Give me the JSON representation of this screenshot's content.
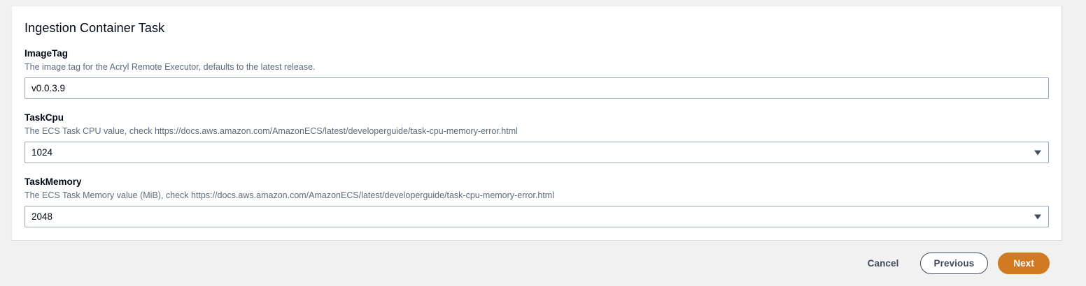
{
  "panel": {
    "section_title": "Ingestion Container Task",
    "fields": [
      {
        "label": "ImageTag",
        "description": "The image tag for the Acryl Remote Executor, defaults to the latest release.",
        "value": "v0.0.3.9",
        "type": "text"
      },
      {
        "label": "TaskCpu",
        "description": "The ECS Task CPU value, check https://docs.aws.amazon.com/AmazonECS/latest/developerguide/task-cpu-memory-error.html",
        "value": "1024",
        "type": "select"
      },
      {
        "label": "TaskMemory",
        "description": "The ECS Task Memory value (MiB), check https://docs.aws.amazon.com/AmazonECS/latest/developerguide/task-cpu-memory-error.html",
        "value": "2048",
        "type": "select"
      }
    ]
  },
  "footer": {
    "cancel_label": "Cancel",
    "previous_label": "Previous",
    "next_label": "Next",
    "primary_color": "#d07a21",
    "border_color": "#414d5c"
  },
  "icons": {
    "select_arrow": "chevron-down-icon"
  }
}
